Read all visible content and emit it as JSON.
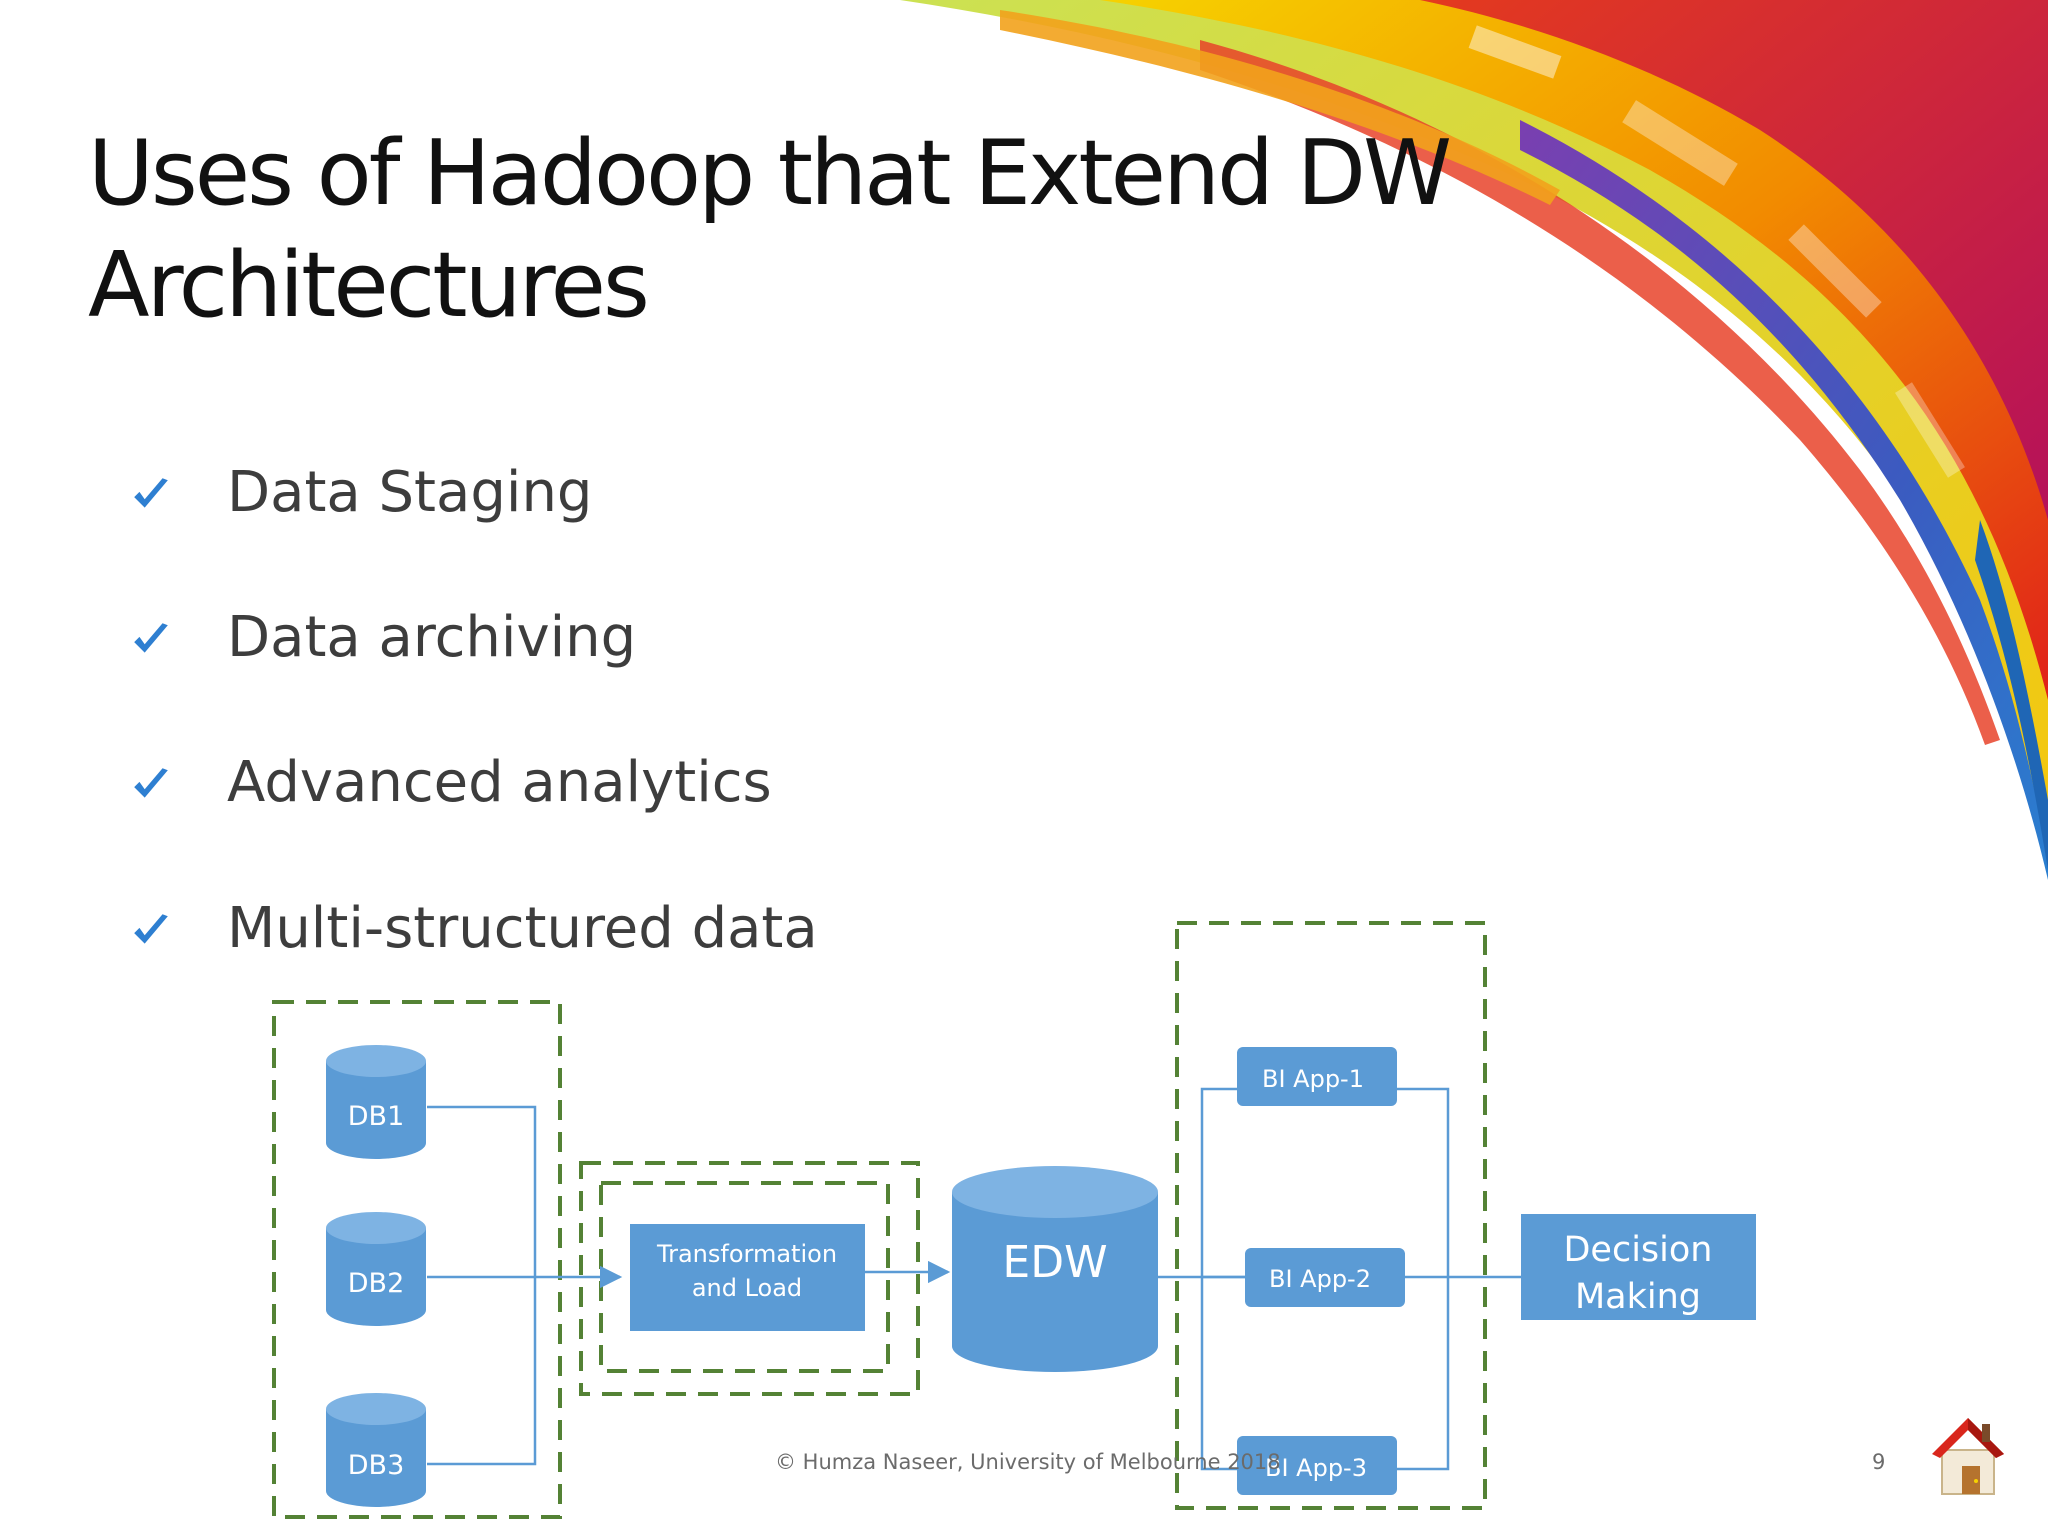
{
  "slide": {
    "title_line1": "Uses of Hadoop that Extend DW",
    "title_line2": "Architectures",
    "bullets": [
      "Data Staging",
      "Data archiving",
      "Advanced analytics",
      "Multi-structured data"
    ],
    "footer": "© Humza Naseer, University of Melbourne 2018",
    "page_number": "9"
  },
  "diagram": {
    "sources": [
      "DB1",
      "DB2",
      "DB3"
    ],
    "transform_line1": "Transformation",
    "transform_line2": "and Load",
    "warehouse": "EDW",
    "bi_apps": [
      "BI App-1",
      "BI App-2",
      "BI App-3"
    ],
    "decision_line1": "Decision",
    "decision_line2": "Making"
  },
  "colors": {
    "shape_fill": "#5b9bd5",
    "connector": "#5b9bd5",
    "dashed_border": "#548235",
    "check": "#2e7fd1"
  },
  "icons": [
    "checkmark-icon",
    "home-icon"
  ]
}
